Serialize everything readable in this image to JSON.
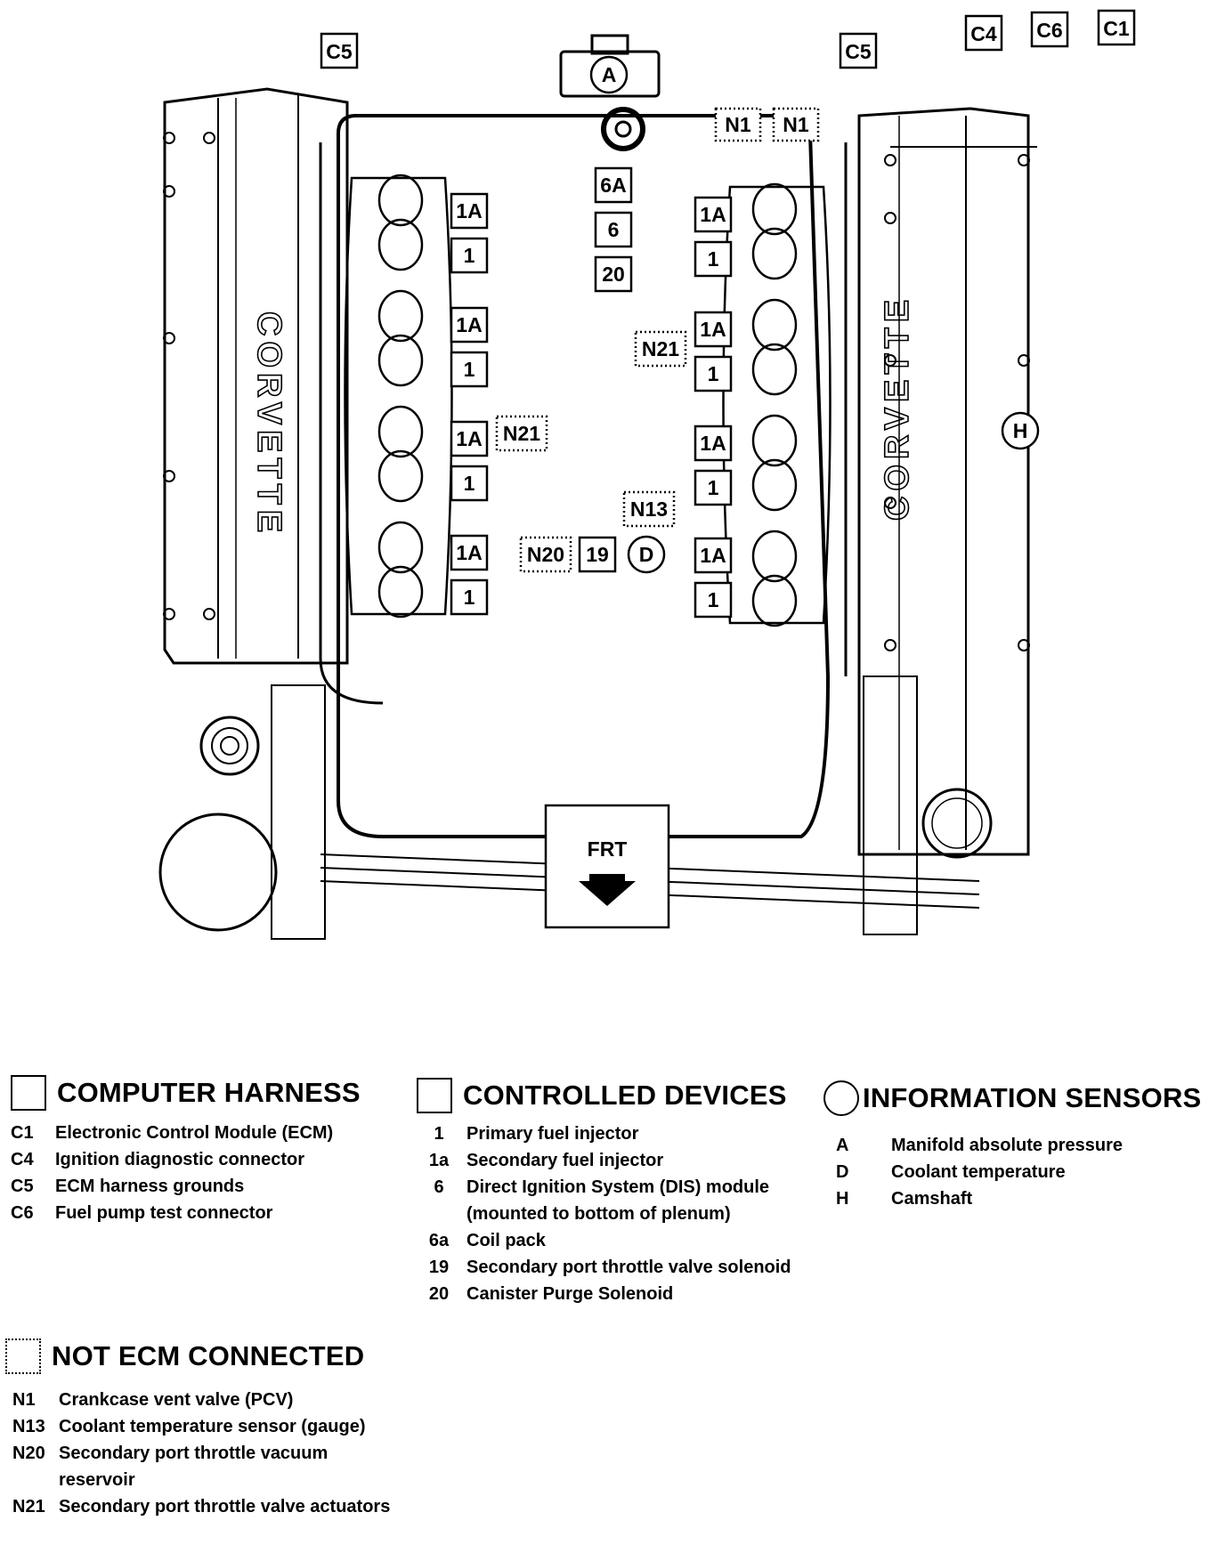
{
  "diagram": {
    "front_marker": "FRT",
    "engine_cover_text": "CORVETTE",
    "computer_harness_callouts": [
      "C1",
      "C4",
      "C5",
      "C6"
    ],
    "controlled_device_callouts": [
      "1",
      "1A",
      "6",
      "6A",
      "19",
      "20"
    ],
    "information_sensor_callouts": [
      "A",
      "D",
      "H"
    ],
    "not_ecm_callouts": [
      "N1",
      "N13",
      "N20",
      "N21"
    ]
  },
  "legend": {
    "computer_harness": {
      "title": "COMPUTER HARNESS",
      "items": [
        {
          "code": "C1",
          "label": "Electronic Control Module (ECM)"
        },
        {
          "code": "C4",
          "label": "Ignition diagnostic connector"
        },
        {
          "code": "C5",
          "label": "ECM harness grounds"
        },
        {
          "code": "C6",
          "label": "Fuel pump test connector"
        }
      ]
    },
    "controlled_devices": {
      "title": "CONTROLLED DEVICES",
      "items": [
        {
          "code": "1",
          "label": "Primary fuel injector"
        },
        {
          "code": "1a",
          "label": "Secondary fuel injector"
        },
        {
          "code": "6",
          "label": "Direct Ignition System (DIS) module (mounted to bottom of plenum)"
        },
        {
          "code": "6a",
          "label": "Coil pack"
        },
        {
          "code": "19",
          "label": "Secondary port throttle valve solenoid"
        },
        {
          "code": "20",
          "label": "Canister Purge Solenoid"
        }
      ]
    },
    "information_sensors": {
      "title": "INFORMATION SENSORS",
      "items": [
        {
          "code": "A",
          "label": "Manifold absolute pressure"
        },
        {
          "code": "D",
          "label": "Coolant temperature"
        },
        {
          "code": "H",
          "label": "Camshaft"
        }
      ]
    },
    "not_ecm_connected": {
      "title": "NOT ECM CONNECTED",
      "items": [
        {
          "code": "N1",
          "label": "Crankcase vent valve (PCV)"
        },
        {
          "code": "N13",
          "label": "Coolant temperature sensor (gauge)"
        },
        {
          "code": "N20",
          "label": "Secondary port throttle vacuum reservoir"
        },
        {
          "code": "N21",
          "label": "Secondary port throttle valve actuators"
        }
      ]
    }
  }
}
